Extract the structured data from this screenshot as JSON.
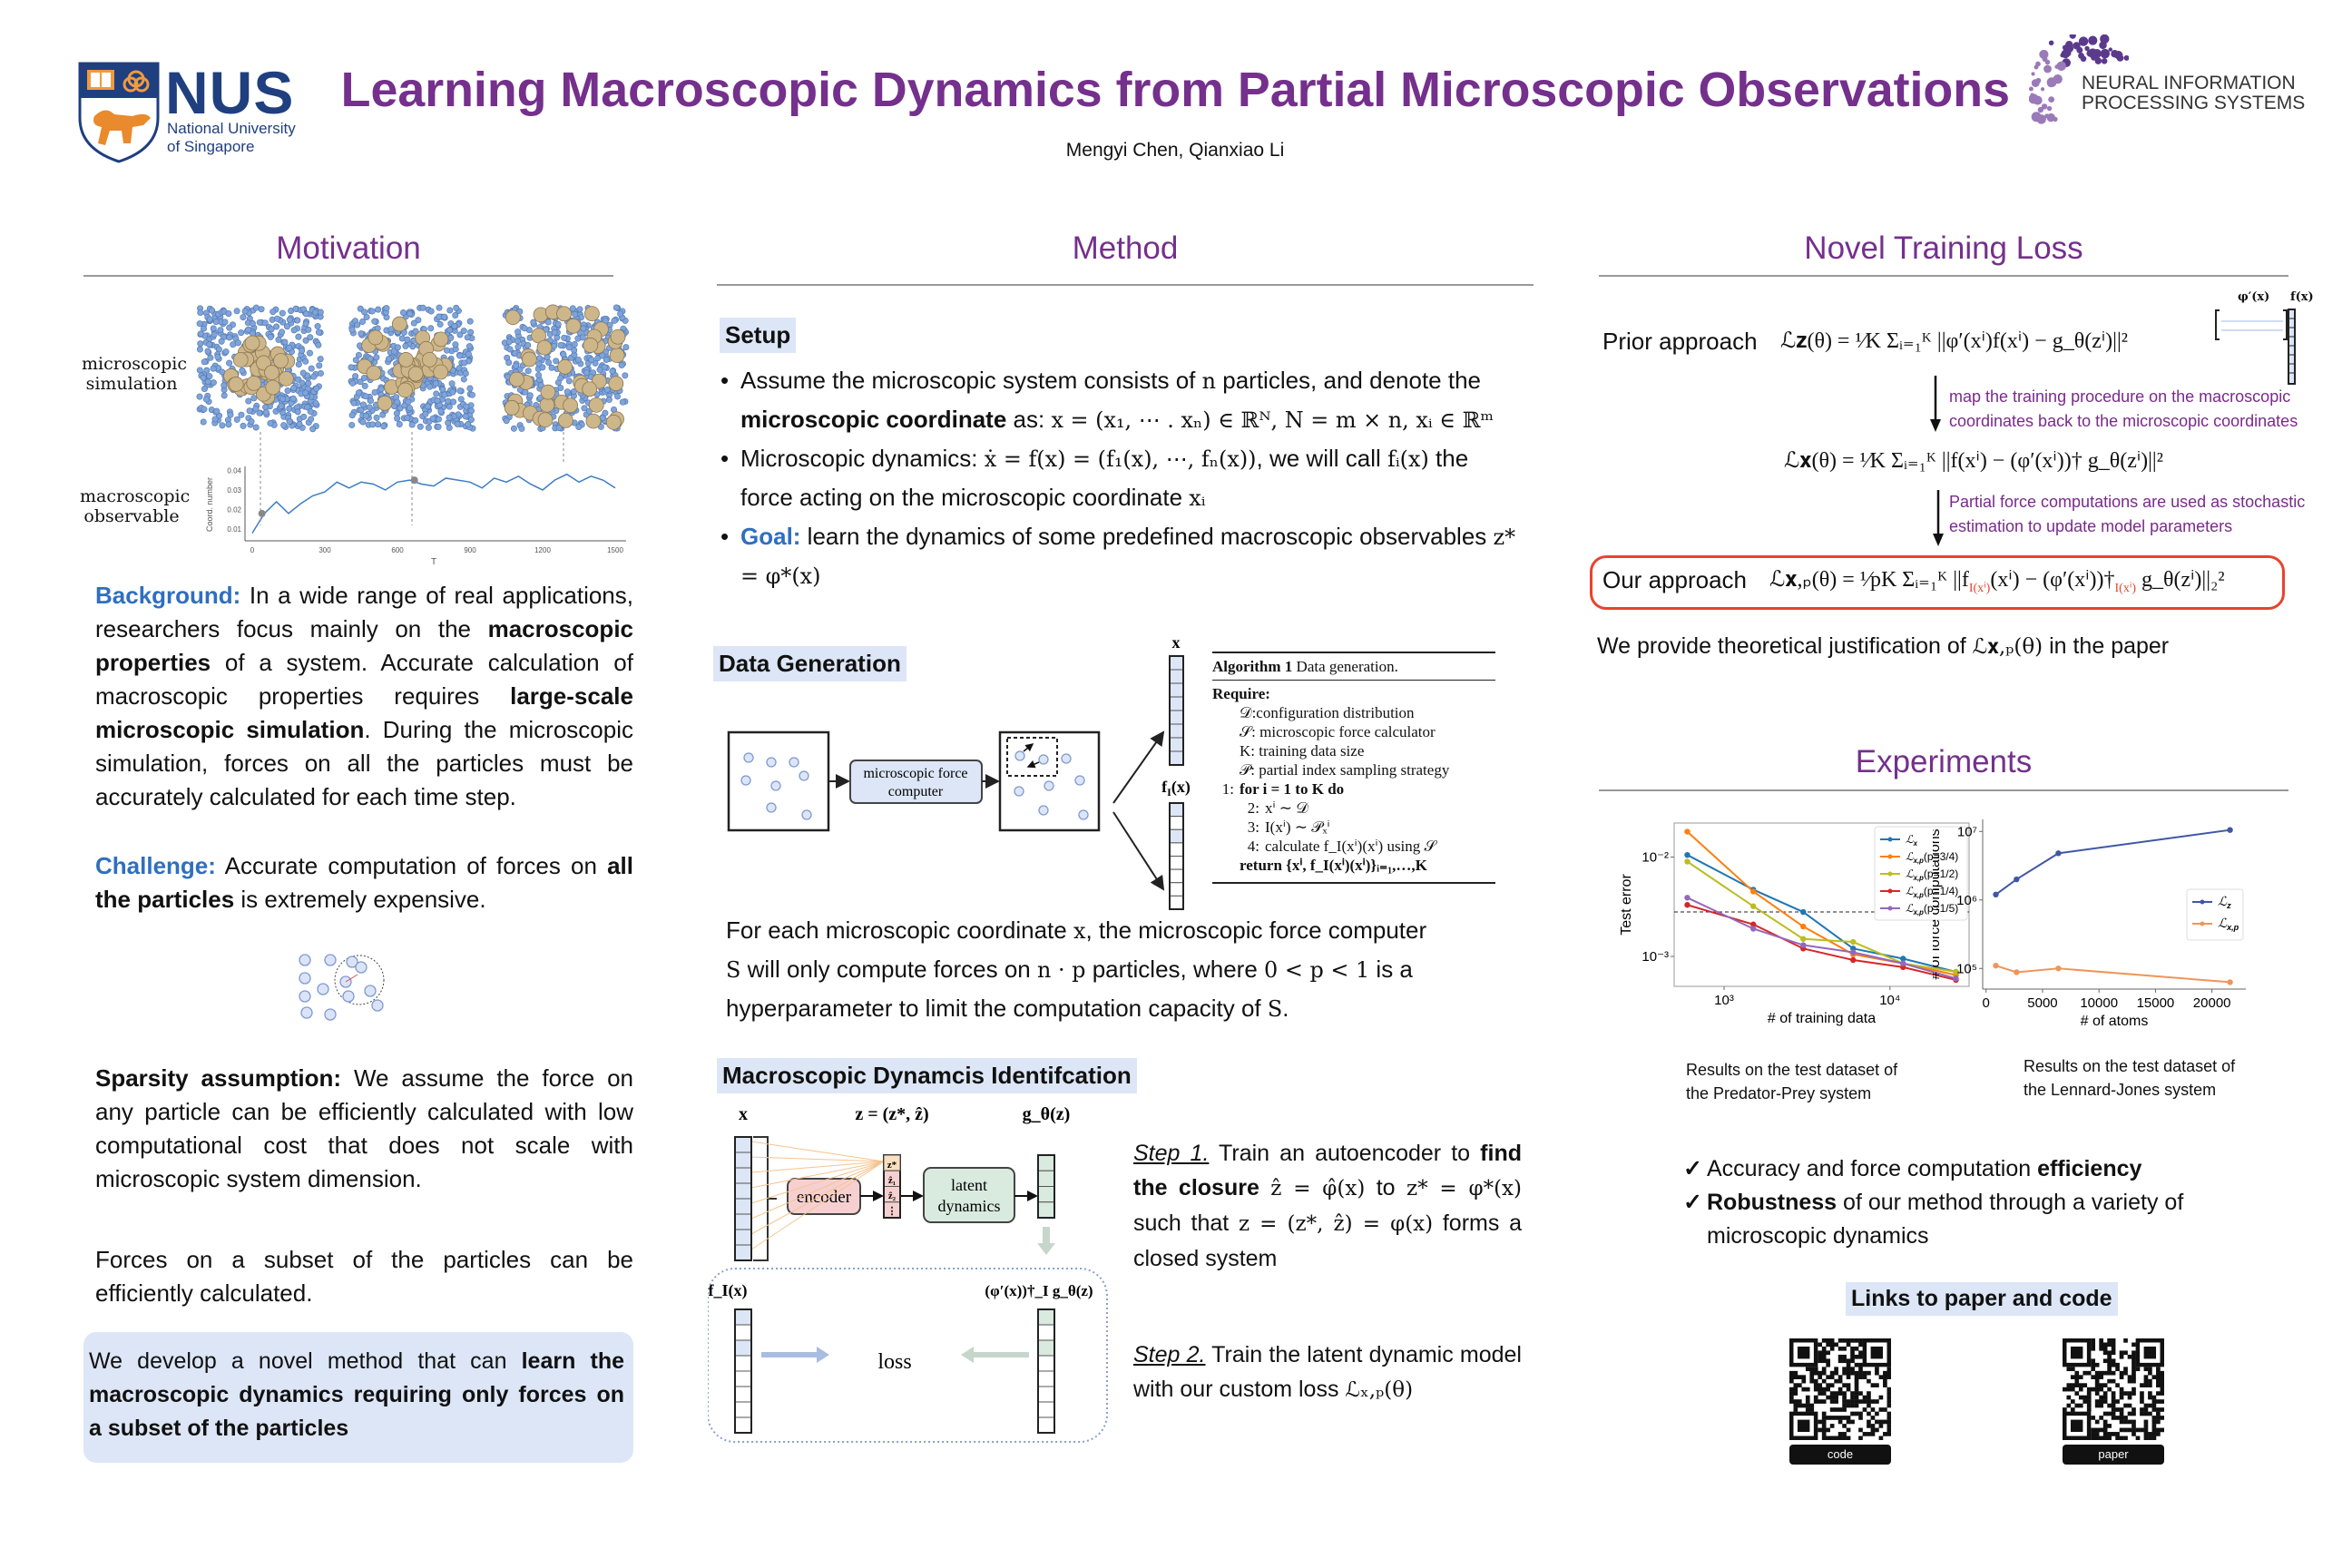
{
  "header": {
    "title": "Learning Macroscopic Dynamics from Partial Microscopic Observations",
    "authors": "Mengyi Chen, Qianxiao Li",
    "nus_logo": {
      "name": "NUS",
      "line1": "National University",
      "line2": "of Singapore"
    },
    "neurips_logo": {
      "line1": "NEURAL INFORMATION",
      "line2": "PROCESSING SYSTEMS"
    }
  },
  "motivation": {
    "title": "Motivation",
    "fig_label_micro": "microscopic simulation",
    "fig_label_macro": "macroscopic observable",
    "background": [
      {
        "t": "Background:",
        "s": "hl"
      },
      {
        "t": "  In a wide range of real applications, researchers focus mainly on the "
      },
      {
        "t": "macroscopic properties",
        "s": "b"
      },
      {
        "t": " of a system. Accurate calculation of macroscopic properties requires "
      },
      {
        "t": "large-scale microscopic simulation",
        "s": "b"
      },
      {
        "t": ". During the microscopic simulation, forces on all the particles must be accurately calculated for each time step."
      }
    ],
    "challenge": [
      {
        "t": "Challenge:",
        "s": "hl"
      },
      {
        "t": "  Accurate computation of forces on "
      },
      {
        "t": "all the particles",
        "s": "b"
      },
      {
        "t": " is extremely expensive."
      }
    ],
    "sparsity": [
      {
        "t": "Sparsity assumption:",
        "s": "b"
      },
      {
        "t": " We assume the force on any particle can be efficiently calculated with low computational cost that does not scale with microscopic system dimension."
      }
    ],
    "forces": "Forces on a subset of the particles can be efficiently calculated.",
    "summary": [
      {
        "t": "We develop a novel method that can "
      },
      {
        "t": "learn the macroscopic dynamics requiring only forces on a subset of the particles",
        "s": "b"
      }
    ]
  },
  "method": {
    "title": "Method",
    "setup_label": "Setup",
    "bullets": [
      [
        {
          "t": "Assume the microscopic system consists of "
        },
        {
          "t": "n",
          "s": "m"
        },
        {
          "t": " particles, and denote the "
        },
        {
          "t": "microscopic coordinate",
          "s": "b"
        },
        {
          "t": " as:  "
        },
        {
          "t": "x = (x₁, ⋯ . xₙ) ∈ ℝᴺ, N = m × n, xᵢ ∈ ℝᵐ",
          "s": "m"
        }
      ],
      [
        {
          "t": "Microscopic dynamics:  "
        },
        {
          "t": "ẋ = f(x) = (f₁(x), ⋯, fₙ(x))",
          "s": "m"
        },
        {
          "t": ", we will call "
        },
        {
          "t": "fᵢ(x)",
          "s": "m"
        },
        {
          "t": " the force acting on the microscopic coordinate "
        },
        {
          "t": "xᵢ",
          "s": "m"
        }
      ],
      [
        {
          "t": "Goal:",
          "s": "hl"
        },
        {
          "t": " learn the dynamics of some predefined macroscopic observables "
        },
        {
          "t": "z* = φ*(x)",
          "s": "m"
        }
      ]
    ],
    "datagen_label": "Data Generation",
    "datagen_diagram": {
      "force_line1": "microscopic force",
      "force_line2": "computer",
      "x_label": "x",
      "f_label": "f",
      "f_sub": "I",
      "f_arg": "(x)"
    },
    "algorithm": {
      "title_bold": "Algorithm 1",
      "title": " Data generation.",
      "require": "Require:",
      "requires": [
        "𝒟:configuration distribution",
        "𝒮: microscopic force calculator",
        "K: training data size",
        "𝒫: partial index sampling strategy"
      ],
      "steps": [
        {
          "n": "1:",
          "t": "for i = 1 to K do"
        },
        {
          "n": "2:",
          "t": "xⁱ ∼ 𝒟"
        },
        {
          "n": "3:",
          "t": "I(xⁱ) ∼ 𝒫ₓⁱ"
        },
        {
          "n": "4:",
          "t": "calculate f_I(xⁱ)(xⁱ) using 𝒮"
        }
      ],
      "return": "return {xⁱ, f_I(xⁱ)(xⁱ)}ᵢ₌₁,…,K"
    },
    "datagen_text": [
      {
        "t": "For each microscopic coordinate "
      },
      {
        "t": "x",
        "s": "m"
      },
      {
        "t": ", the microscopic force computer "
      },
      {
        "t": "S",
        "s": "m"
      },
      {
        "t": "  will only compute forces on "
      },
      {
        "t": "n · p",
        "s": "m"
      },
      {
        "t": " particles, where "
      },
      {
        "t": "0 < p < 1",
        "s": "m"
      },
      {
        "t": " is a hyperparameter to limit the computation capacity of  "
      },
      {
        "t": "S",
        "s": "m"
      },
      {
        "t": "."
      }
    ],
    "macro_label": "Macroscopic Dynamcis Identifcation",
    "macro_diagram": {
      "x_label": "x",
      "z_label": "z = (z*, ẑ)",
      "g_label": "g_θ(z)",
      "encoder": "encoder",
      "latent1": "latent",
      "latent2": "dynamics",
      "z_cells": [
        "z*",
        "ẑ₁",
        "ẑ₂",
        "⋮"
      ],
      "fI_label": "f_I(x)",
      "proj_label": "(φ′(x))†_I g_θ(z)",
      "loss": "loss"
    },
    "step1": [
      {
        "t": "Step 1.",
        "s": "u"
      },
      {
        "t": "  Train an autoencoder to "
      },
      {
        "t": "find the closure",
        "s": "b"
      },
      {
        "t": " "
      },
      {
        "t": "ẑ = φ̂(x)",
        "s": "m"
      },
      {
        "t": " to "
      },
      {
        "t": "z* = φ*(x)",
        "s": "m"
      },
      {
        "t": " such that "
      },
      {
        "t": "z = (z*, ẑ) = φ(x)",
        "s": "m"
      },
      {
        "t": " forms a closed system"
      }
    ],
    "step2": [
      {
        "t": "Step 2.",
        "s": "u"
      },
      {
        "t": "   Train the latent dynamic model with our custom loss  "
      },
      {
        "t": "ℒₓ,ₚ(θ)",
        "s": "m"
      }
    ]
  },
  "novel_loss": {
    "title": "Novel Training Loss",
    "prior_label": "Prior approach",
    "eq_prior": "ℒ𝐳(θ) = ¹⁄K Σᵢ₌₁ᴷ ||φ′(xⁱ)f(xⁱ) − g_θ(zⁱ)||²",
    "phi_label": "φ′(x)",
    "f_label": "f(x)",
    "note1": [
      "map the training procedure on the macroscopic",
      "coordinates back to the microscopic coordinates"
    ],
    "eq_mid": "ℒ𝐱(θ) = ¹⁄K Σᵢ₌₁ᴷ ||f(xⁱ) − (φ′(xⁱ))† g_θ(zⁱ)||²",
    "note2": [
      "Partial force computations are used as stochastic",
      "estimation to update model parameters"
    ],
    "our_label": "Our approach",
    "eq_ours_a": "ℒ𝐱,ₚ(θ) = ¹⁄pK Σᵢ₌₁ᴷ ||f",
    "eq_ours_sub1": "I(xⁱ)",
    "eq_ours_b": "(xⁱ) − (φ′(xⁱ))†",
    "eq_ours_sub2": "I(xⁱ)",
    "eq_ours_c": " g_θ(zⁱ)||₂²",
    "justification_a": "We provide theoretical justification of ",
    "justification_eq": "ℒ𝐱,ₚ(θ)",
    "justification_b": " in the paper",
    "accent_color": "#e8432e"
  },
  "experiments": {
    "title": "Experiments",
    "caption_left": [
      "Results on the test dataset of",
      "the Predator-Prey system"
    ],
    "caption_right": [
      "Results on the test dataset of",
      "the Lennard-Jones system"
    ],
    "checks": [
      [
        {
          "t": "Accuracy and force computation "
        },
        {
          "t": "efficiency",
          "s": "b"
        }
      ],
      [
        {
          "t": "Robustness",
          "s": "b"
        },
        {
          "t": " of our method through a variety of microscopic dynamics"
        }
      ]
    ],
    "check_mark": "✓",
    "links_label": "Links to paper and code",
    "qr": [
      {
        "label": "code"
      },
      {
        "label": "paper"
      }
    ]
  },
  "chart_data": [
    {
      "type": "line",
      "title": "",
      "xlabel": "T",
      "ylabel": "Coord. number",
      "xlim": [
        0,
        1500
      ],
      "ylim": [
        0.005,
        0.042
      ],
      "xticks": [
        0,
        300,
        600,
        900,
        1200,
        1500
      ],
      "yticks": [
        0.01,
        0.02,
        0.03,
        0.04
      ],
      "x": [
        0,
        50,
        100,
        150,
        200,
        250,
        300,
        350,
        400,
        450,
        500,
        550,
        600,
        650,
        700,
        750,
        800,
        850,
        900,
        950,
        1000,
        1050,
        1100,
        1150,
        1200,
        1250,
        1300,
        1350,
        1400,
        1450,
        1500
      ],
      "y": [
        0.008,
        0.018,
        0.024,
        0.018,
        0.023,
        0.027,
        0.029,
        0.034,
        0.031,
        0.034,
        0.033,
        0.03,
        0.034,
        0.035,
        0.033,
        0.032,
        0.036,
        0.035,
        0.034,
        0.031,
        0.036,
        0.034,
        0.037,
        0.033,
        0.03,
        0.035,
        0.038,
        0.034,
        0.037,
        0.035,
        0.031
      ],
      "markers_at_T": [
        40,
        670
      ]
    },
    {
      "type": "line",
      "xlabel": "# of training data",
      "ylabel": "Test error",
      "xscale": "log",
      "yscale": "log",
      "xlim": [
        500,
        30000
      ],
      "ylim": [
        0.0005,
        0.022
      ],
      "xticks": [
        {
          "v": 1000,
          "label": "10³"
        },
        {
          "v": 10000,
          "label": "10⁴"
        }
      ],
      "yticks": [
        {
          "v": 0.01,
          "label": "10⁻²"
        },
        {
          "v": 0.001,
          "label": "10⁻³"
        }
      ],
      "hline": 0.0028,
      "legend_position": "top-right",
      "x": [
        600,
        1500,
        3000,
        6000,
        12000,
        25000
      ],
      "series": [
        {
          "name": "ℒ",
          "sub": "x",
          "suffix": "",
          "color": "#1f77b4",
          "values": [
            0.0105,
            0.0047,
            0.0028,
            0.0012,
            0.00095,
            0.0007
          ]
        },
        {
          "name": "ℒ",
          "sub": "x,p",
          "suffix": "(p=3/4)",
          "color": "#ff7f0e",
          "values": [
            0.018,
            0.0045,
            0.002,
            0.00105,
            0.00085,
            0.00065
          ]
        },
        {
          "name": "ℒ",
          "sub": "x,p",
          "suffix": "(p=1/2)",
          "color": "#bcbd22",
          "values": [
            0.009,
            0.0032,
            0.0015,
            0.0014,
            0.00085,
            0.0007
          ]
        },
        {
          "name": "ℒ",
          "sub": "x,p",
          "suffix": "(p=1/4)",
          "color": "#d62728",
          "values": [
            0.0033,
            0.0021,
            0.0012,
            0.00092,
            0.00078,
            0.00058
          ]
        },
        {
          "name": "ℒ",
          "sub": "x,p",
          "suffix": "(p=1/5)",
          "color": "#9467bd",
          "values": [
            0.0039,
            0.0019,
            0.0013,
            0.0011,
            0.00085,
            0.0006
          ]
        }
      ]
    },
    {
      "type": "line",
      "xlabel": "# of atoms",
      "ylabel": "# of force computations",
      "yscale": "log",
      "xlim": [
        -300,
        23000
      ],
      "ylim": [
        50000,
        15000000
      ],
      "xticks": [
        {
          "v": 0,
          "label": "0"
        },
        {
          "v": 5000,
          "label": "5000"
        },
        {
          "v": 10000,
          "label": "10000"
        },
        {
          "v": 15000,
          "label": "15000"
        },
        {
          "v": 20000,
          "label": "20000"
        }
      ],
      "yticks": [
        {
          "v": 100000,
          "label": "10⁵"
        },
        {
          "v": 1000000,
          "label": "10⁶"
        },
        {
          "v": 10000000,
          "label": "10⁷"
        }
      ],
      "legend_position": "center-right",
      "x": [
        864,
        2700,
        6400,
        21600
      ],
      "series": [
        {
          "name": "ℒ",
          "sub": "z",
          "suffix": "",
          "color": "#3f57a6",
          "values": [
            1200000,
            2000000,
            4800000,
            10500000
          ]
        },
        {
          "name": "ℒ",
          "sub": "x,p",
          "suffix": "",
          "color": "#f0955a",
          "values": [
            110000,
            88000,
            100000,
            63000
          ]
        }
      ]
    }
  ]
}
